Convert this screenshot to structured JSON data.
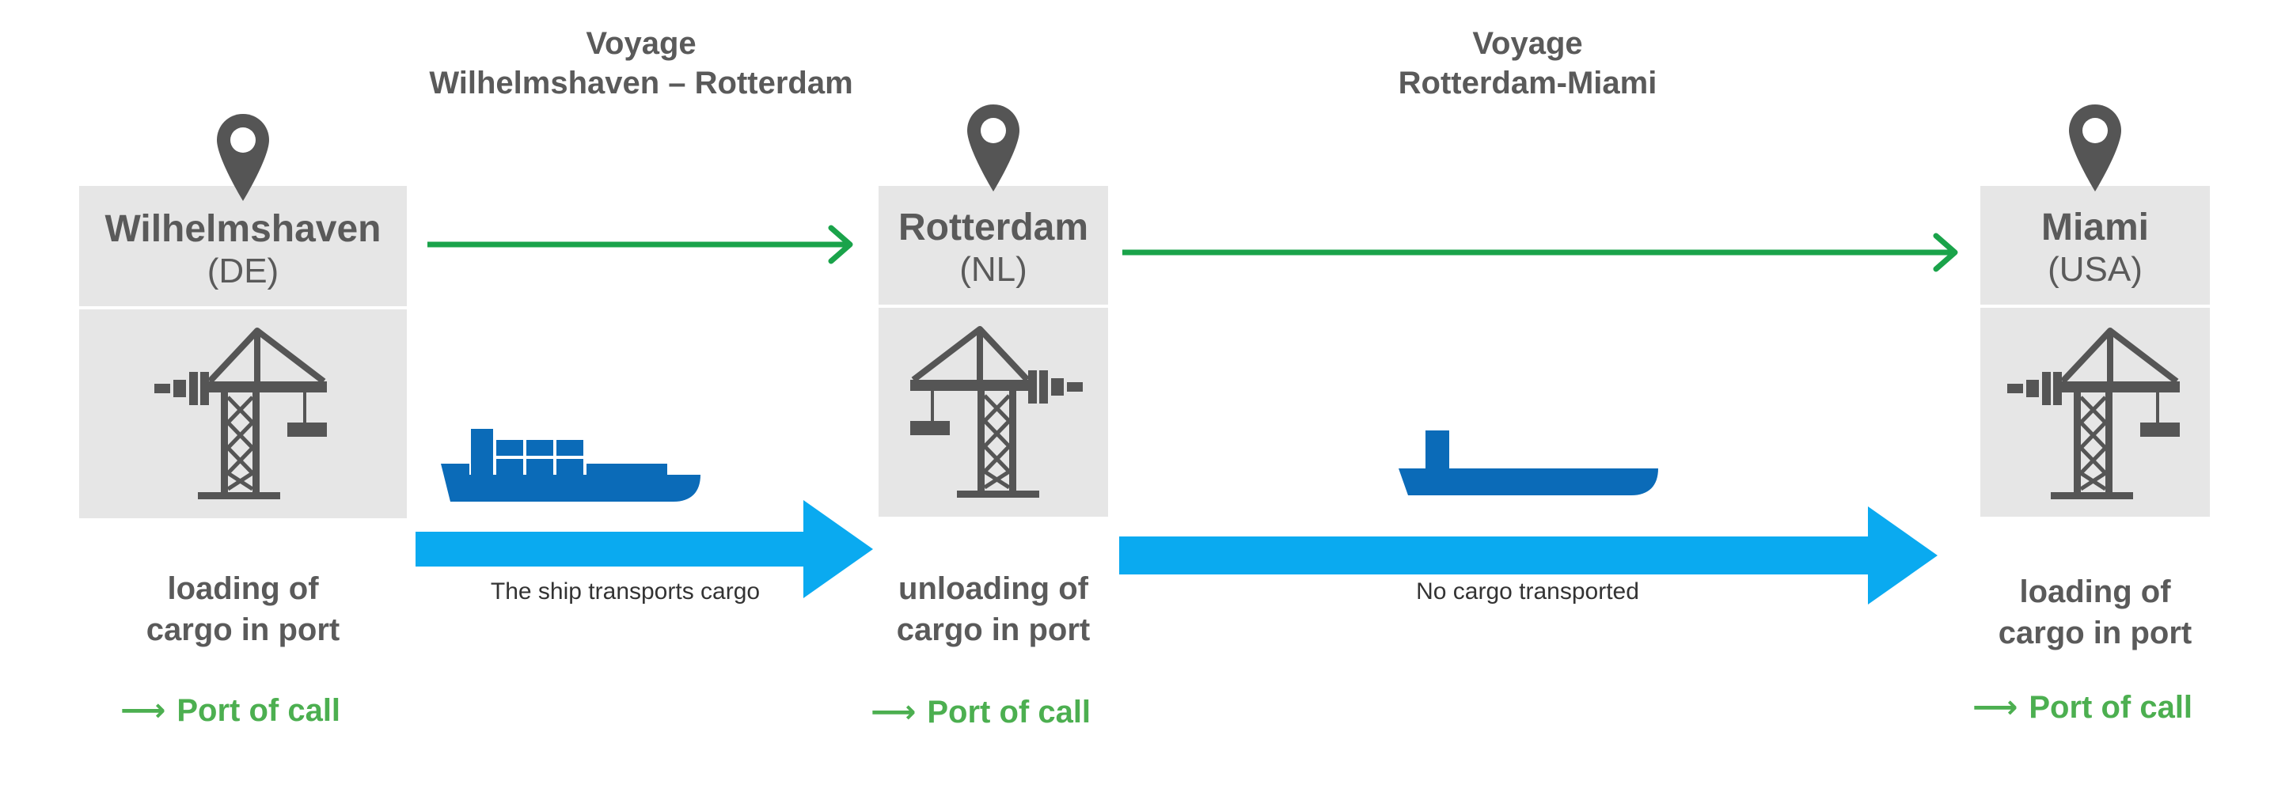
{
  "voyages": [
    {
      "label": "Voyage",
      "route": "Wilhelmshaven – Rotterdam"
    },
    {
      "label": "Voyage",
      "route": "Rotterdam-Miami"
    }
  ],
  "ports": [
    {
      "name": "Wilhelmshaven",
      "code": "(DE)",
      "activity_line1": "loading of",
      "activity_line2": "cargo in port",
      "port_of_call": "Port of call"
    },
    {
      "name": "Rotterdam",
      "code": "(NL)",
      "activity_line1": "unloading of",
      "activity_line2": "cargo in port",
      "port_of_call": "Port of call"
    },
    {
      "name": "Miami",
      "code": "(USA)",
      "activity_line1": "loading of",
      "activity_line2": "cargo in port",
      "port_of_call": "Port of call"
    }
  ],
  "legs": [
    {
      "caption": "The ship transports cargo",
      "cargo_loaded": true
    },
    {
      "caption": "No cargo transported",
      "cargo_loaded": false
    }
  ],
  "icons": {
    "pin": "location-pin-icon",
    "crane": "port-crane-icon",
    "ship_loaded": "loaded-container-ship-icon",
    "ship_empty": "empty-ship-icon",
    "arrow": "right-arrow-icon"
  },
  "colors": {
    "voyage_arrow": "#1aa34a",
    "leg_arrow": "#0aaaf0",
    "ship": "#0b6bb8",
    "port_box": "#e6e6e6",
    "icon_gray": "#555555",
    "text_gray": "#5a5a5a",
    "port_of_call": "#4caf50"
  }
}
